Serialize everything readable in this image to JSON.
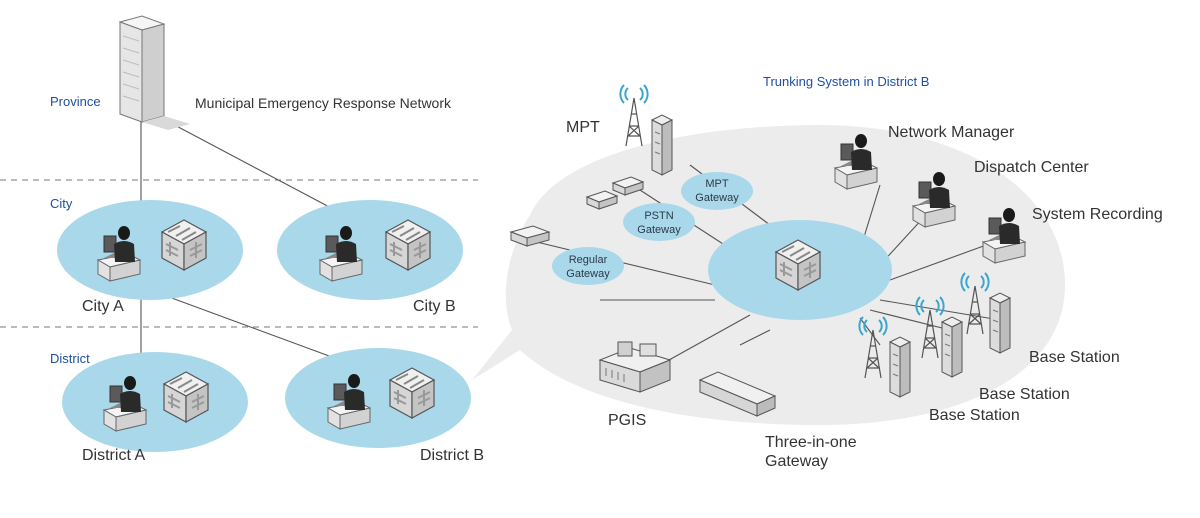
{
  "colors": {
    "blue_ellipse": "#a8d8ea",
    "gray_bubble": "#ececec",
    "level_text": "#1f4fa0",
    "line": "#555555"
  },
  "levels": {
    "province": "Province",
    "city": "City",
    "district": "District"
  },
  "network_label": "Municipal Emergency Response Network",
  "nodes": {
    "city_a": "City A",
    "city_b": "City B",
    "district_a": "District A",
    "district_b": "District B"
  },
  "trunking": {
    "title": "Trunking System in District B",
    "mpt": "MPT",
    "network_manager": "Network Manager",
    "dispatch_center": "Dispatch Center",
    "system_recording": "System Recording",
    "base_station_1": "Base Station",
    "base_station_2": "Base Station",
    "base_station_3": "Base Station",
    "pgis": "PGIS",
    "three_in_one_line1": "Three-in-one",
    "three_in_one_line2": "Gateway",
    "mpt_gateway_line1": "MPT",
    "mpt_gateway_line2": "Gateway",
    "pstn_gateway_line1": "PSTN",
    "pstn_gateway_line2": "Gateway",
    "regular_gateway_line1": "Regular",
    "regular_gateway_line2": "Gateway"
  },
  "icons": [
    "building-icon",
    "operator-icon",
    "switch-cube-icon",
    "server-rack-icon",
    "antenna-tower-icon",
    "gateway-box-icon",
    "pgis-machine-icon"
  ]
}
